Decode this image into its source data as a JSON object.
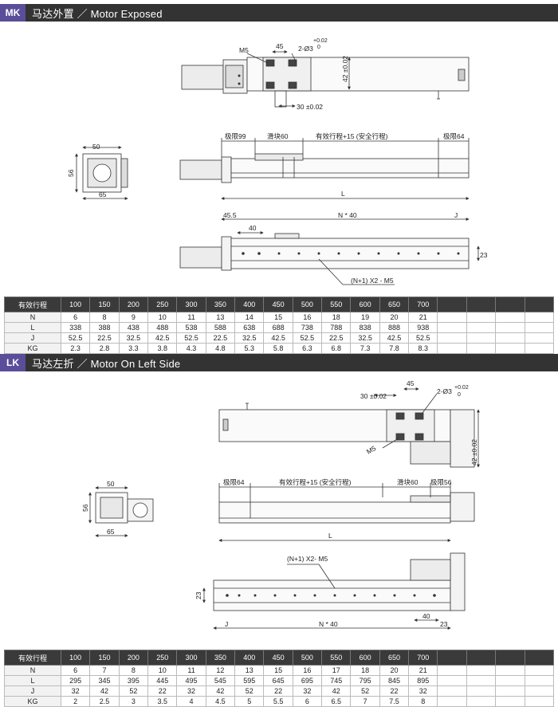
{
  "sections": [
    {
      "code": "MK",
      "title": "马达外置 ／ Motor Exposed",
      "dims": {
        "m5": "M5",
        "d45": "45",
        "hole": "2-Ø3",
        "tol_hole": "+0.02",
        "tol_hole0": "0",
        "d42": "42 ±0.02",
        "d30": "30 ±0.02",
        "lim1": "极限99",
        "slider": "滑块60",
        "stroke": "有效行程+15 (安全行程)",
        "lim2": "极限64",
        "L": "L",
        "d50": "50",
        "d56": "56",
        "d65": "65",
        "d455": "45.5",
        "n40": "N * 40",
        "j": "J",
        "d40": "40",
        "d23": "23",
        "holes": "(N+1) X2 - M5"
      },
      "table": {
        "headers": [
          "有效行程",
          "100",
          "150",
          "200",
          "250",
          "300",
          "350",
          "400",
          "450",
          "500",
          "550",
          "600",
          "650",
          "700",
          "",
          "",
          "",
          ""
        ],
        "rows": [
          [
            "N",
            "6",
            "8",
            "9",
            "10",
            "11",
            "13",
            "14",
            "15",
            "16",
            "18",
            "19",
            "20",
            "21",
            "",
            "",
            "",
            ""
          ],
          [
            "L",
            "338",
            "388",
            "438",
            "488",
            "538",
            "588",
            "638",
            "688",
            "738",
            "788",
            "838",
            "888",
            "938",
            "",
            "",
            "",
            ""
          ],
          [
            "J",
            "52.5",
            "22.5",
            "32.5",
            "42.5",
            "52.5",
            "22.5",
            "32.5",
            "42.5",
            "52.5",
            "22.5",
            "32.5",
            "42.5",
            "52.5",
            "",
            "",
            "",
            ""
          ],
          [
            "KG",
            "2.3",
            "2.8",
            "3.3",
            "3.8",
            "4.3",
            "4.8",
            "5.3",
            "5.8",
            "6.3",
            "6.8",
            "7.3",
            "7.8",
            "8.3",
            "",
            "",
            "",
            ""
          ]
        ]
      }
    },
    {
      "code": "LK",
      "title": "马达左折 ／ Motor On Left Side",
      "dims": {
        "m5": "M5",
        "d45": "45",
        "hole": "2-Ø3",
        "tol_hole": "+0.02",
        "tol_hole0": "0",
        "d42": "42 ±0.02",
        "d30": "30 ±0.02",
        "lim1": "极限64",
        "slider": "滑块60",
        "stroke": "有效行程+15 (安全行程)",
        "lim2": "极限56",
        "L": "L",
        "d50": "50",
        "d56": "56",
        "d65": "65",
        "n40": "N * 40",
        "j": "J",
        "d40": "40",
        "d23": "23",
        "d23b": "23",
        "holes": "(N+1) X2- M5"
      },
      "table": {
        "headers": [
          "有效行程",
          "100",
          "150",
          "200",
          "250",
          "300",
          "350",
          "400",
          "450",
          "500",
          "550",
          "600",
          "650",
          "700",
          "",
          "",
          "",
          ""
        ],
        "rows": [
          [
            "N",
            "6",
            "7",
            "8",
            "10",
            "11",
            "12",
            "13",
            "15",
            "16",
            "17",
            "18",
            "20",
            "21",
            "",
            "",
            "",
            ""
          ],
          [
            "L",
            "295",
            "345",
            "395",
            "445",
            "495",
            "545",
            "595",
            "645",
            "695",
            "745",
            "795",
            "845",
            "895",
            "",
            "",
            "",
            ""
          ],
          [
            "J",
            "32",
            "42",
            "52",
            "22",
            "32",
            "42",
            "52",
            "22",
            "32",
            "42",
            "52",
            "22",
            "32",
            "",
            "",
            "",
            ""
          ],
          [
            "KG",
            "2",
            "2.5",
            "3",
            "3.5",
            "4",
            "4.5",
            "5",
            "5.5",
            "6",
            "6.5",
            "7",
            "7.5",
            "8",
            "",
            "",
            "",
            ""
          ]
        ]
      }
    }
  ]
}
